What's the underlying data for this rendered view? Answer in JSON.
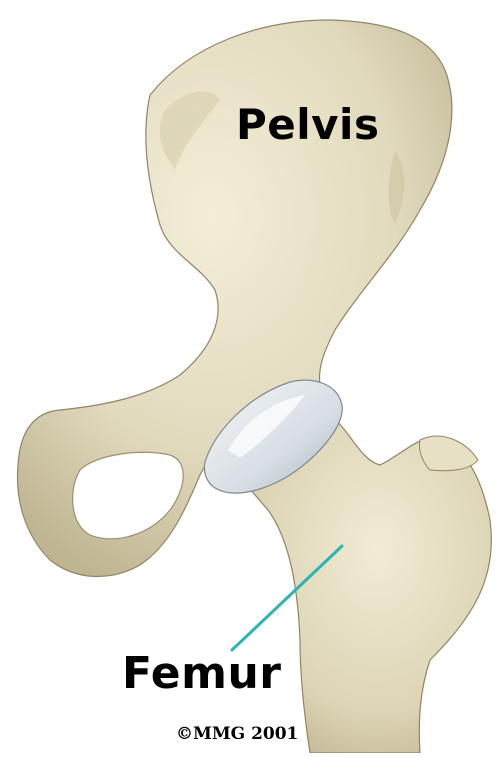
{
  "labels": {
    "pelvis": "Pelvis",
    "femur": "Femur"
  },
  "copyright": "©MMG 2001",
  "colors": {
    "background": "#ffffff",
    "bone_light": "#ece5cc",
    "bone_mid": "#d8cfae",
    "bone_dark": "#b0a684",
    "cartilage": "#dfe5ea",
    "leader_line": "#2bb5b0",
    "text": "#000000"
  }
}
